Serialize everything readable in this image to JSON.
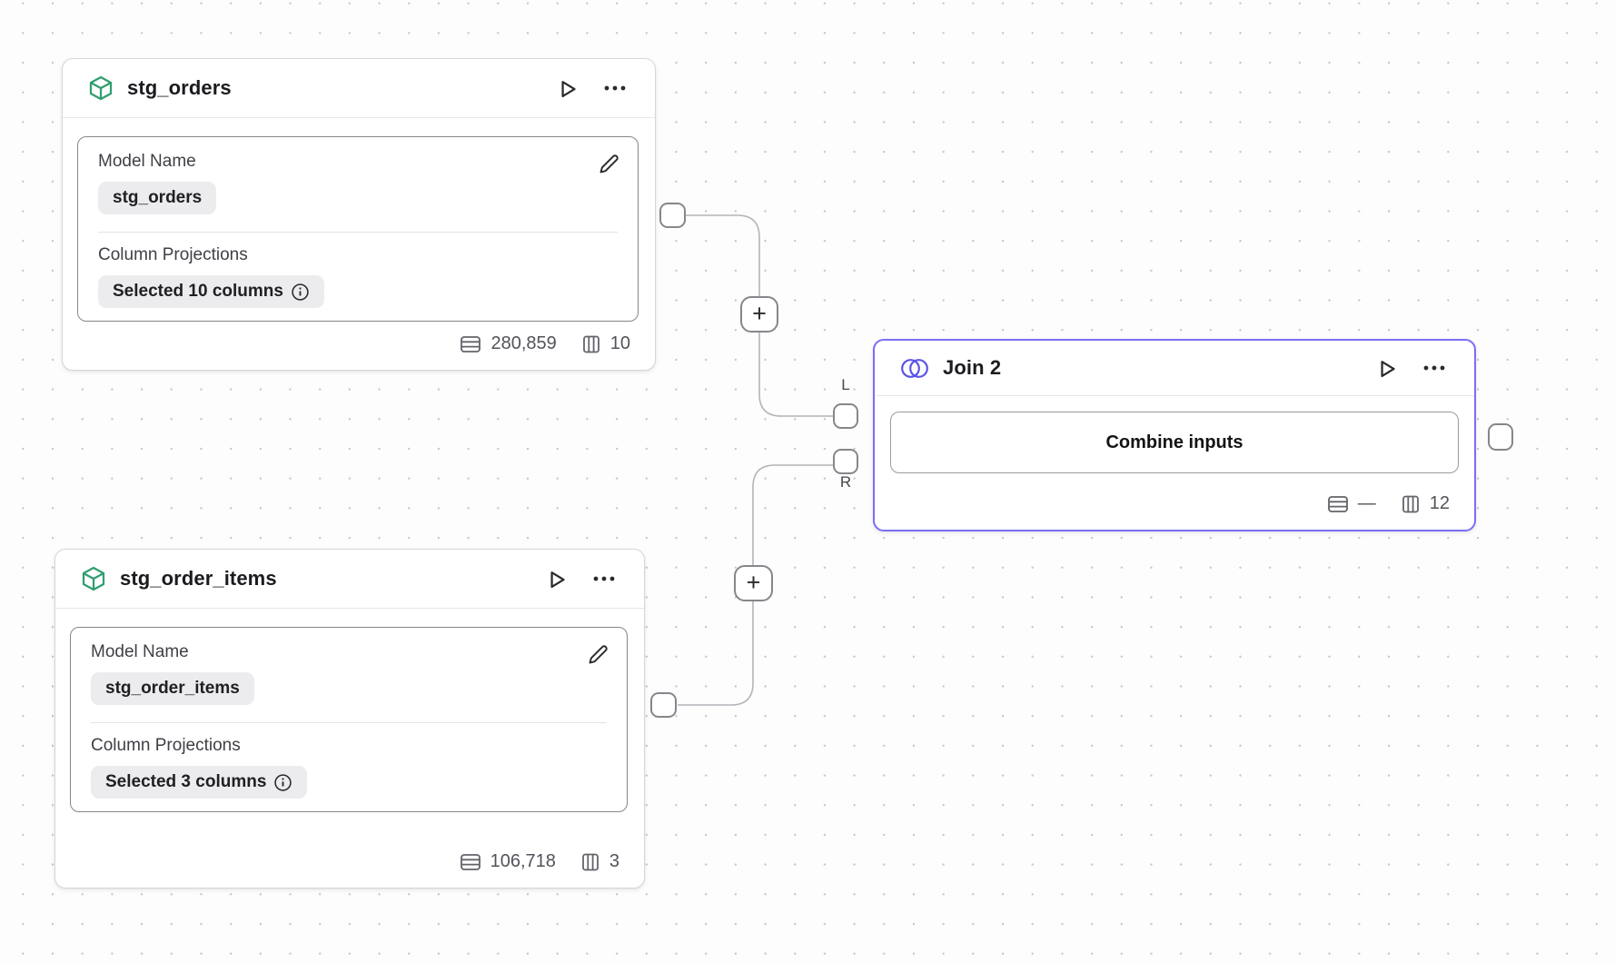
{
  "canvas": {
    "background": "#fdfdfd",
    "dot_color": "#c6c6cc"
  },
  "colors": {
    "model_icon_green": "#2f9e6f",
    "join_icon_indigo": "#5a55e6",
    "join_border_violet": "#7b6ef6",
    "edge_gray": "#b4b4ba"
  },
  "connections": {
    "left_port_label": "L",
    "right_port_label": "R",
    "add_button_label": "+"
  },
  "nodes": {
    "stg_orders": {
      "title": "stg_orders",
      "fields": {
        "model_name": {
          "label": "Model Name",
          "value": "stg_orders"
        },
        "column_projections": {
          "label": "Column Projections",
          "value": "Selected 10 columns"
        }
      },
      "stats": {
        "rows": "280,859",
        "columns": "10"
      }
    },
    "stg_order_items": {
      "title": "stg_order_items",
      "fields": {
        "model_name": {
          "label": "Model Name",
          "value": "stg_order_items"
        },
        "column_projections": {
          "label": "Column Projections",
          "value": "Selected 3 columns"
        }
      },
      "stats": {
        "rows": "106,718",
        "columns": "3"
      }
    },
    "join": {
      "title": "Join 2",
      "action_label": "Combine inputs",
      "stats": {
        "rows": "—",
        "columns": "12"
      }
    }
  }
}
